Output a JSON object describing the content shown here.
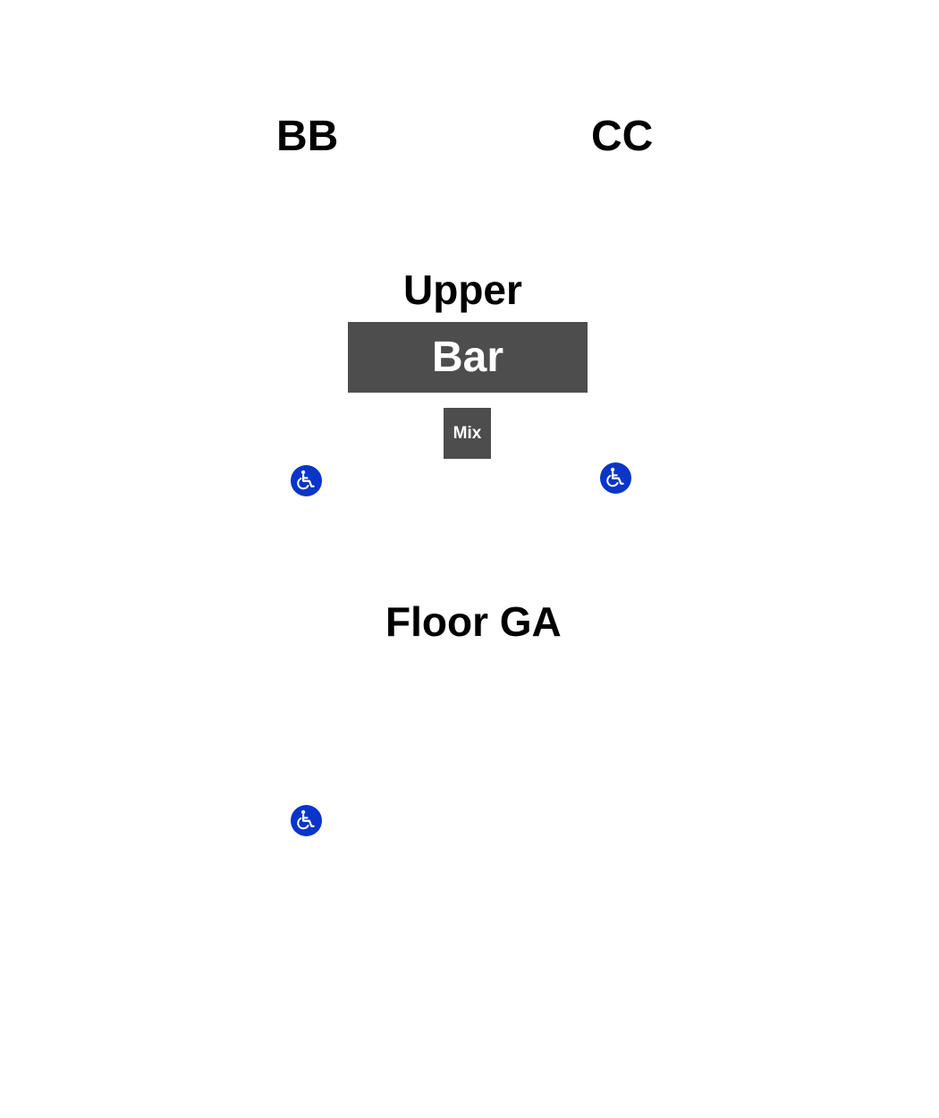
{
  "sections": {
    "bb": "BB",
    "cc": "CC",
    "upper": "Upper",
    "floor_ga": "Floor GA"
  },
  "fixtures": {
    "bar": "Bar",
    "mix": "Mix"
  },
  "accessible_seating": [
    {
      "icon": "wheelchair-icon"
    },
    {
      "icon": "wheelchair-icon"
    },
    {
      "icon": "wheelchair-icon"
    }
  ],
  "colors": {
    "background": "#ffffff",
    "label_text": "#000000",
    "block_fill": "#4d4d4d",
    "block_text": "#ffffff",
    "accessible_badge": "#0a35c8"
  }
}
